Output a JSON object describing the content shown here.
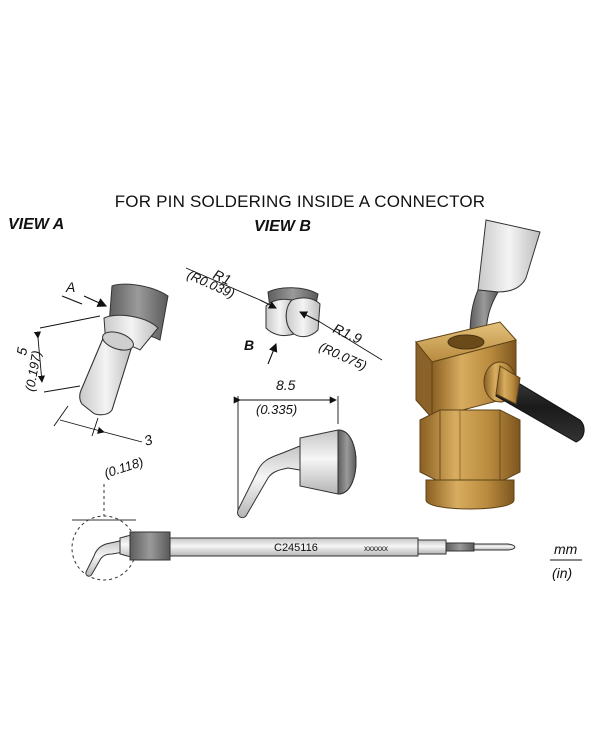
{
  "title": "FOR PIN SOLDERING INSIDE A CONNECTOR",
  "view_a": {
    "label": "VIEW A",
    "arrow_label": "A",
    "length_mm": "5",
    "length_in": "(0.197)",
    "width_mm": "3",
    "width_in": "(0.118)"
  },
  "view_b": {
    "label": "VIEW B",
    "arrow_label": "B",
    "r1_mm": "R1",
    "r1_in": "(R0.039)",
    "r2_mm": "R1.9",
    "r2_in": "(R0.075)"
  },
  "side_view": {
    "length_mm": "8.5",
    "length_in": "(0.335)"
  },
  "tip": {
    "part_number": "C245116",
    "code": "xxxxxx"
  },
  "units": {
    "mm": "mm",
    "in": "(in)"
  },
  "colors": {
    "brass": "#b88a3e",
    "steel": "#d9d9d9",
    "dark_steel": "#7a7a7a",
    "cable": "#2b2b2b"
  }
}
